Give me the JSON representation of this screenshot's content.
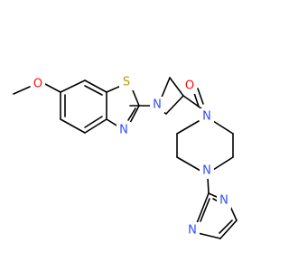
{
  "molecule": {
    "atoms": {
      "o_methoxy": "O",
      "s_thiazole": "S",
      "n_thiazole": "N",
      "n_azetidine": "N",
      "o_carbonyl": "O",
      "n_piperazine_1": "N",
      "n_piperazine_4": "N",
      "n_pyrimidine_1": "N",
      "n_pyrimidine_3": "N"
    },
    "colors": {
      "bond": "#000000",
      "oxygen": "#ff0d0d",
      "sulfur": "#b2a000",
      "nitrogen": "#3050f8"
    }
  }
}
